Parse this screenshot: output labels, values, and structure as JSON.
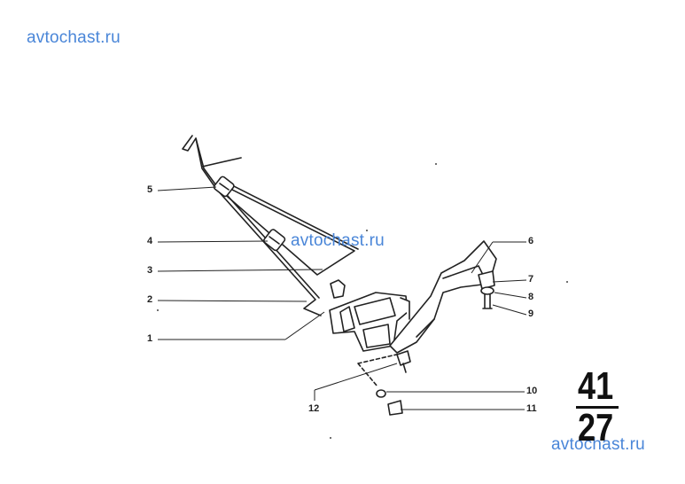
{
  "watermarks": [
    "avtochast.ru",
    "avtochast.ru",
    "avtochast.ru"
  ],
  "callouts": [
    "1",
    "2",
    "3",
    "4",
    "5",
    "6",
    "7",
    "8",
    "9",
    "10",
    "11",
    "12"
  ],
  "page_code": {
    "top": "41",
    "bottom": "27"
  },
  "colors": {
    "watermark": "#4a86d8",
    "ink": "#222222"
  }
}
